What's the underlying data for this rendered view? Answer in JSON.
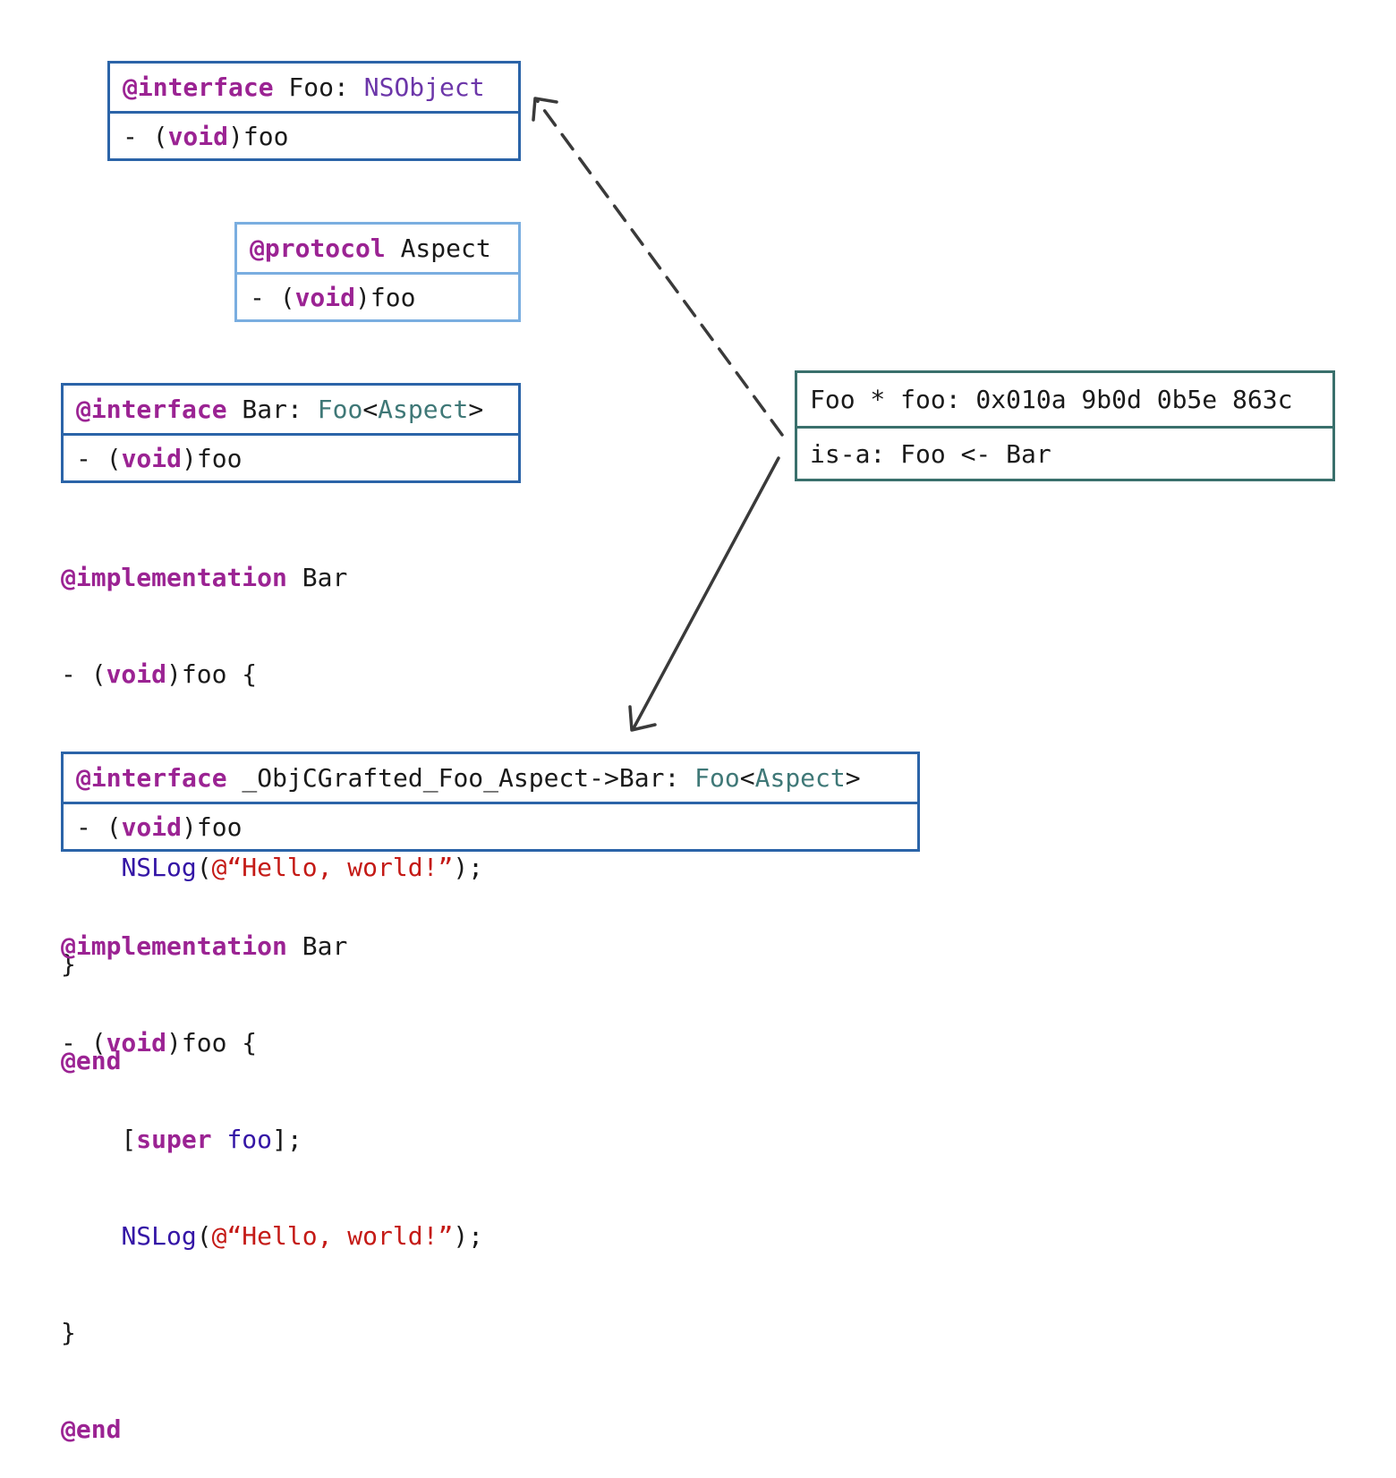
{
  "foo_interface": {
    "at_interface": "@interface",
    "name": " Foo: ",
    "super_class": "NSObject",
    "method_prefix": "- (",
    "method_type": "void",
    "method_suffix": ")foo"
  },
  "protocol": {
    "at_protocol": "@protocol",
    "name": " Aspect",
    "method_prefix": "- (",
    "method_type": "void",
    "method_suffix": ")foo"
  },
  "bar_interface": {
    "at_interface": "@interface",
    "name": " Bar: ",
    "super_class": "Foo",
    "lt": "<",
    "protocol": "Aspect",
    "gt": ">",
    "method_prefix": "- (",
    "method_type": "void",
    "method_suffix": ")foo"
  },
  "bar_impl": {
    "at_impl": "@implementation",
    "impl_name": " Bar",
    "l2_prefix": "- (",
    "l2_type": "void",
    "l2_suffix": ")foo {",
    "l3_indent": "    [",
    "l3_super": "super",
    "l3_space": " ",
    "l3_call": "foo",
    "l3_end": "];",
    "l4_indent": "    ",
    "l4_func": "NSLog",
    "l4_open": "(",
    "l4_str": "@“Hello, world!”",
    "l4_close": ");",
    "l5": "}",
    "at_end": "@end"
  },
  "instance_box": {
    "title": "Foo * foo: 0x010a 9b0d 0b5e 863c",
    "isa": "is-a: Foo <- Bar"
  },
  "grafted_interface": {
    "at_interface": "@interface",
    "name": " _ObjCGrafted_Foo_Aspect->Bar: ",
    "super_class": "Foo",
    "lt": "<",
    "protocol": "Aspect",
    "gt": ">",
    "method_prefix": "- (",
    "method_type": "void",
    "method_suffix": ")foo"
  },
  "grafted_impl": {
    "at_impl": "@implementation",
    "impl_name": " Bar",
    "l2_prefix": "- (",
    "l2_type": "void",
    "l2_suffix": ")foo {",
    "l3_indent": "    [",
    "l3_super": "super",
    "l3_space": " ",
    "l3_call": "foo",
    "l3_end": "];",
    "l4_indent": "    ",
    "l4_func": "NSLog",
    "l4_open": "(",
    "l4_str": "@“Hello, world!”",
    "l4_close": ");",
    "l5": "}",
    "at_end": "@end"
  },
  "colors": {
    "keyword": "#9b2393",
    "class_name": "#6c36a9",
    "type_ref": "#3f7877",
    "method_call": "#3415a6",
    "string": "#c41a16",
    "box_border_blue": "#2b64a8",
    "box_border_light_blue": "#7aaee0",
    "box_border_teal": "#3a706c",
    "arrow": "#3a3a3a"
  }
}
